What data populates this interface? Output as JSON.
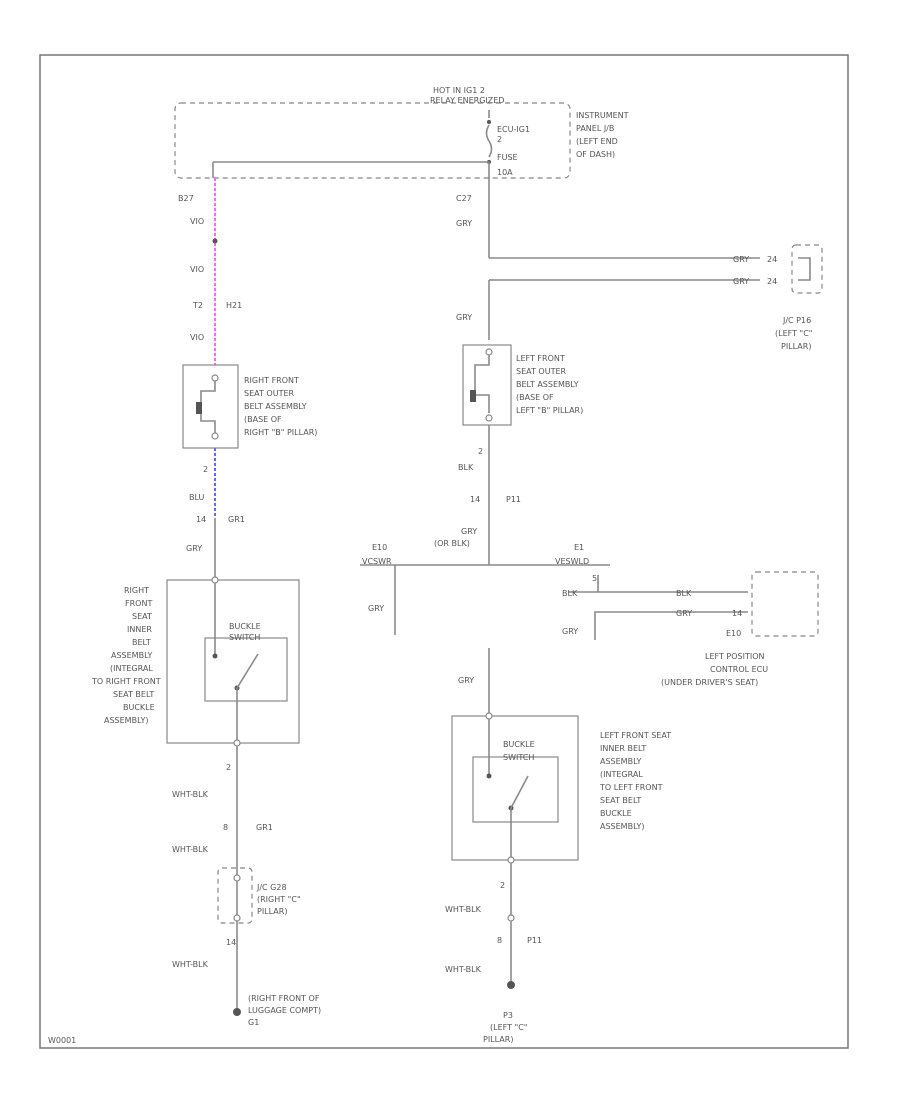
{
  "colors": {
    "frame": "#777777",
    "wire": "#8a8a8a",
    "wire_pink": "#ff66ff",
    "wire_blue": "#6666ff",
    "text": "#555555"
  },
  "labels": {
    "hot_at_ig": "HOT IN IG1 2",
    "relay": "RELAY ENERGIZED",
    "ecu_ig1": "ECU-IG1",
    "fuse_no": "2",
    "fuse": "FUSE",
    "fuse_amp": "10A",
    "ipjb": [
      "INSTRUMENT",
      "PANEL J/B",
      "(LEFT END",
      "OF DASH)"
    ],
    "c_b7": "B27",
    "c_c27": "C27",
    "w_vio1": "VIO",
    "w_vio2": "VIO",
    "w_vio3": "VIO",
    "w_gry_top": "GRY",
    "w_gry_jc": "GRY",
    "w_gry_jc2": "GRY",
    "pin_24a": "24",
    "pin_24b": "24",
    "jc_label": [
      "J/C P16",
      "(LEFT \"C\"",
      "PILLAR)"
    ],
    "t_conn": "T2",
    "t_conn_id": "H21",
    "rf_outer": [
      "RIGHT FRONT",
      "SEAT OUTER",
      "BELT ASSEMBLY",
      "(BASE OF",
      "RIGHT \"B\" PILLAR)"
    ],
    "w_gry_l": "GRY",
    "lf_outer": [
      "LEFT FRONT",
      "SEAT OUTER",
      "BELT ASSEMBLY",
      "(BASE OF",
      "LEFT \"B\" PILLAR)"
    ],
    "pin_2a": "2",
    "w_blu": "BLU",
    "pin_14a": "14",
    "conn_gr1": "GR1",
    "pin_2b": "2",
    "w_blk": "BLK",
    "pin_14b": "14",
    "conn_p11": "P11",
    "w_gry_r": "GRY",
    "w_gry_l2": "GRY",
    "w_or_blk": "(OR BLK)",
    "ecu_right_a": "E10",
    "ecu_right_b": "VCSWR",
    "ecu_left_a": "E1",
    "ecu_left_b": "VESWLD",
    "w_gry_e": "GRY",
    "w_blk_e": "BLK",
    "w_blk_e2": "BLK",
    "w_gry_e2": "GRY",
    "w_gry_e3": "GRY",
    "pin_5": "5",
    "pin_14c": "14",
    "e_conn": "E10",
    "lpos_ecu": [
      "LEFT POSITION",
      "CONTROL ECU",
      "(UNDER DRIVER'S SEAT)"
    ],
    "rf_inner": [
      "RIGHT",
      "FRONT",
      "SEAT",
      "INNER",
      "BELT",
      "ASSEMBLY",
      "(INTEGRAL",
      "TO RIGHT FRONT",
      "SEAT BELT",
      "BUCKLE",
      "ASSEMBLY)"
    ],
    "buckle_sw_r": [
      "BUCKLE",
      "SWITCH"
    ],
    "w_gry_rb": "GRY",
    "w_gry_lb": "GRY",
    "lf_inner": [
      "LEFT FRONT SEAT",
      "INNER BELT",
      "ASSEMBLY",
      "(INTEGRAL",
      "TO LEFT FRONT",
      "SEAT BELT",
      "BUCKLE",
      "ASSEMBLY)"
    ],
    "buckle_sw_l": [
      "BUCKLE",
      "SWITCH"
    ],
    "pin_2r": "2",
    "w_whtblk_r1": "WHT-BLK",
    "pin_8r": "8",
    "conn_gr1b": "GR1",
    "w_whtblk_r2": "WHT-BLK",
    "jc_g28": [
      "J/C G28",
      "(RIGHT \"C\"",
      "PILLAR)"
    ],
    "pin_14r": "14",
    "w_whtblk_r3": "WHT-BLK",
    "ground_r": [
      "(RIGHT FRONT OF",
      "LUGGAGE COMPT)"
    ],
    "ground_r_id": "G1",
    "pin_2l": "2",
    "w_whtblk_l1": "WHT-BLK",
    "pin_8l": "8",
    "conn_p11b": "P11",
    "w_whtblk_l2": "WHT-BLK",
    "ground_l_id": "P3",
    "ground_l": [
      "(LEFT \"C\"",
      "PILLAR)"
    ],
    "footer_code": "W0001"
  }
}
